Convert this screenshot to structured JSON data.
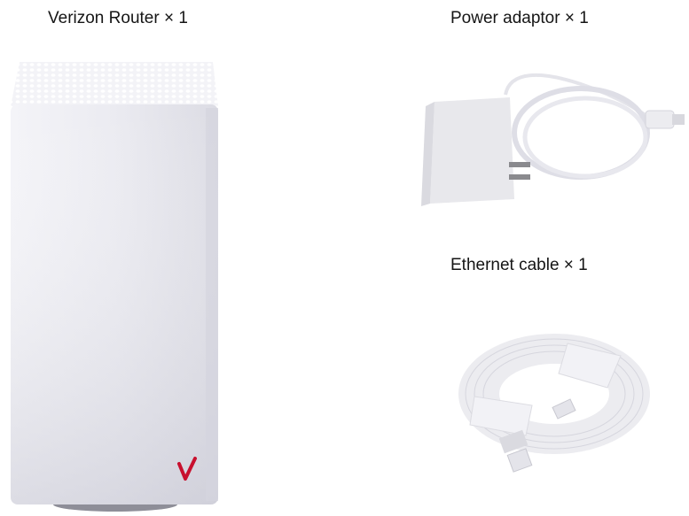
{
  "items": [
    {
      "label": "Verizon Router × 1",
      "image": "router-image"
    },
    {
      "label": "Power adaptor × 1",
      "image": "power-adaptor-image"
    },
    {
      "label": "Ethernet cable × 1",
      "image": "ethernet-cable-image"
    }
  ],
  "colors": {
    "brand_check": "#c8102e",
    "device_body": "#e6e6ee",
    "background": "#ffffff"
  },
  "icons": {
    "router_logo": "verizon-check-icon"
  }
}
